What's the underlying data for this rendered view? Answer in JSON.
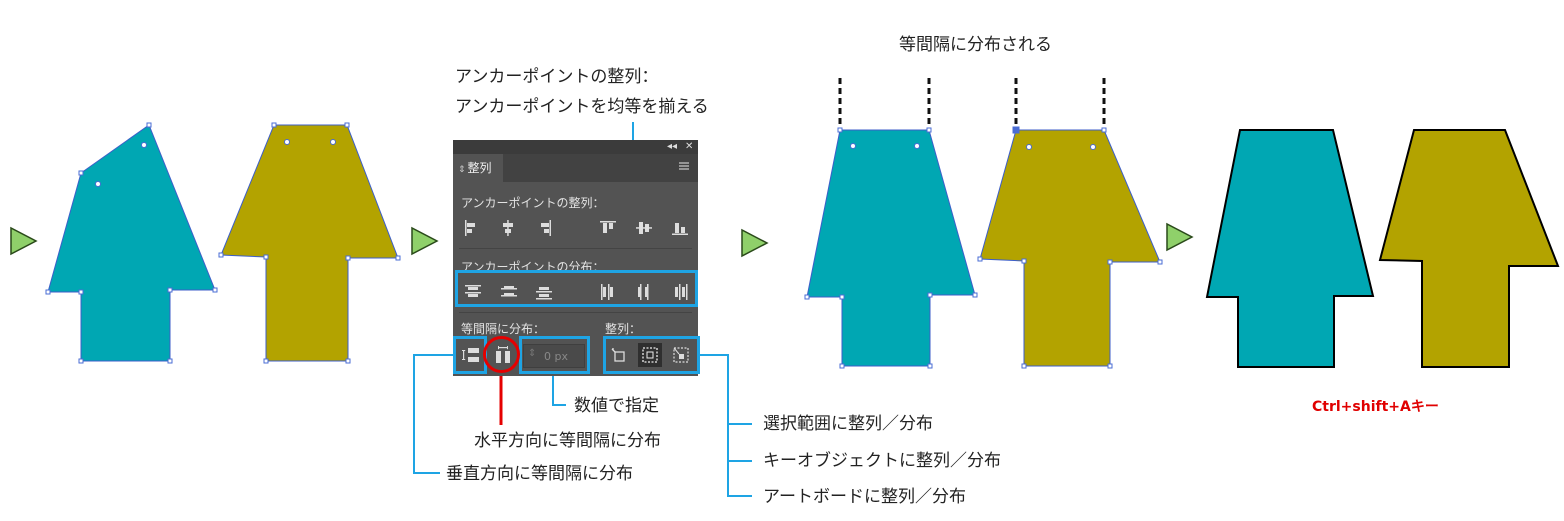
{
  "title": "等間隔に分布される",
  "callouts": {
    "anchor_align_line1": "アンカーポイントの整列：",
    "anchor_align_line2": "アンカーポイントを均等を揃える",
    "by_value": "数値で指定",
    "horizontal_distribute": "水平方向に等間隔に分布",
    "vertical_distribute": "垂直方向に等間隔に分布",
    "align_selection": "選択範囲に整列／分布",
    "align_key_object": "キーオブジェクトに整列／分布",
    "align_artboard": "アートボードに整列／分布"
  },
  "shortcut": "Ctrl+shift+Aキー",
  "panel": {
    "tab_label": "整列",
    "header_controls": [
      "◂◂",
      "✕"
    ],
    "sections": {
      "anchor_align": "アンカーポイントの整列：",
      "anchor_distribute": "アンカーポイントの分布：",
      "distribute_spacing": "等間隔に分布：",
      "align_to": "整列："
    },
    "spacing_value": "0 px"
  },
  "colors": {
    "teal": "#00a7b3",
    "olive": "#b3a300",
    "highlight": "#1ea4e4",
    "accent_red": "#e50000",
    "arrow_green": "#8fd06a",
    "panel_bg": "#535353"
  },
  "icons": [
    "step-arrow-icon",
    "align-left-icon",
    "align-hcenter-icon",
    "align-right-icon",
    "align-top-icon",
    "align-vcenter-icon",
    "align-bottom-icon",
    "dist-top-icon",
    "dist-vcenter-icon",
    "dist-bottom-icon",
    "dist-left-icon",
    "dist-hcenter-icon",
    "dist-right-icon",
    "vertical-spacing-icon",
    "horizontal-spacing-icon",
    "align-selection-icon",
    "align-key-object-icon",
    "align-artboard-icon",
    "panel-menu-icon"
  ]
}
